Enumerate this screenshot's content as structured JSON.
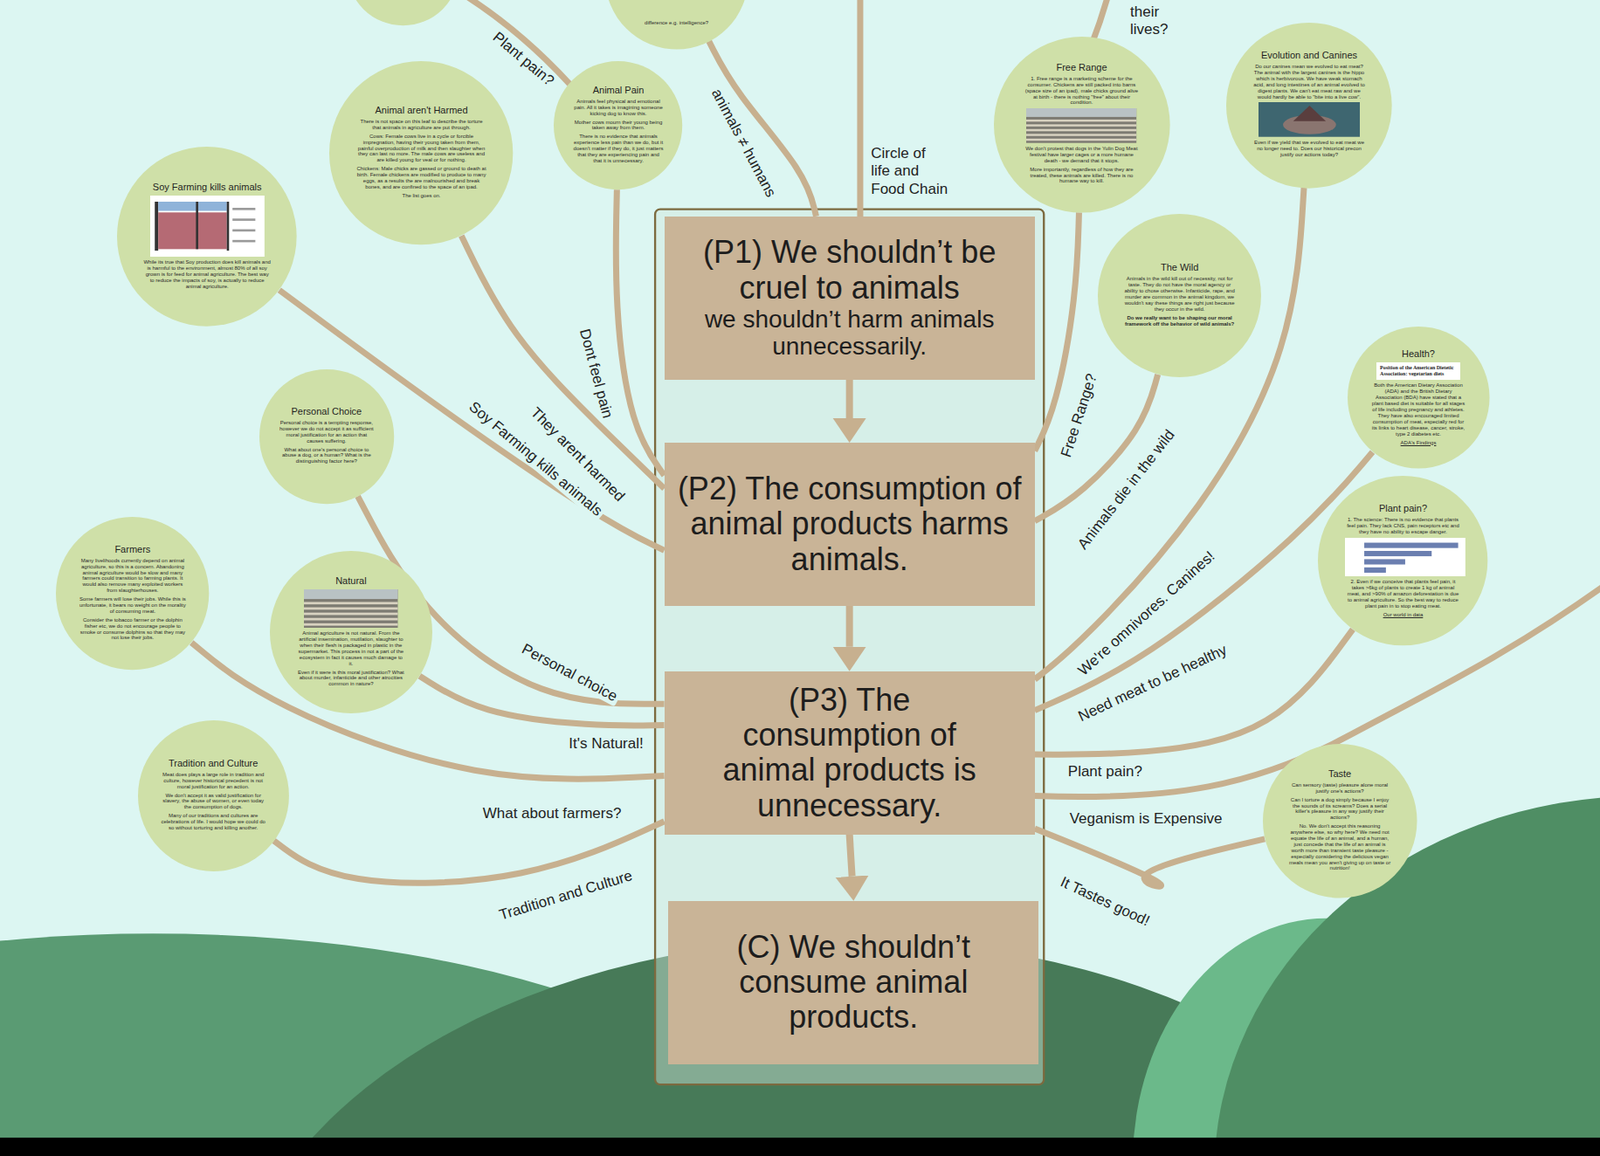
{
  "diagram": {
    "nodes": [
      {
        "text": [
          "(P1) We shouldn’t be cruel to animals",
          "we shouldn’t harm animals unnecessarily."
        ]
      },
      {
        "text": [
          "(P2) The consumption of animal products harms animals."
        ]
      },
      {
        "text": [
          "(P3) The consumption of animal products is unnecessary."
        ]
      },
      {
        "text": [
          "(C) We shouldn’t consume animal products."
        ]
      },
      {
        "text": [
          "Animal aren't Harmed",
          "There is not space on this leaf to describe the torture that animals in agriculture are put through.",
          "Cows: Female cows live in a cycle or forcible impregnation, having their young taken from them, painful overproduction of milk and then slaughter when they can last no more. The male cows are useless and are killed young for veal or for nothing.",
          "Chickens: Male chicks are gassed or ground to death at birth. Female chickens are modified to produce to many eggs, as a results the are malnourished and break bones, and are confined to the space of an ipad.",
          "The list goes on."
        ]
      },
      {
        "text": [
          "Animal Pain",
          "Animals feel physical and emotional pain. All it takes is imagining someone kicking dog to know this.",
          "Mother cows mourn their young being taken away from them.",
          "There is no evidence that animals experience less pain than we do, but it doesn't matter if they do, it just matters that they are experiencing pain and that it is unnecessary."
        ]
      },
      {
        "text": [
          "Soy Farming kills animals",
          "While its true that Soy production does kill animals and is harmful to the environment, almost 80% of all soy grown is for feed for animal agriculture. The best way to reduce the impacts of soy, is actually to reduce animal agriculture."
        ]
      },
      {
        "text": [
          "Personal Choice",
          "Personal choice is a tempting response, however we do not accept it as sufficient moral justification for an action that causes suffering.",
          "What about one's personal choice to abuse a dog, or a human? What is the distinguishing factor here?"
        ]
      },
      {
        "text": [
          "Farmers",
          "Many livelihoods currently depend on animal agriculture, so this is a concern. Abandoning animal agriculture would be slow and many farmers could transition to farming plants. It would also remove many exploited workers from slaughterhouses.",
          "Some farmers will lose their jobs. While this is unfortunate, it bears no weight on the morality of consuming meat.",
          "Consider the tobacco farmer or the dolphin fisher etc, we do not encourage people to smoke or consume dolphins so that they may not lose their jobs."
        ]
      },
      {
        "text": [
          "Natural",
          "Animal agriculture is not natural. From the artificial insemination, mutilation, slaughter to when their flesh is packaged in plastic in the supermarket. This process in not a part of the ecosystem in fact it causes much damage to it.",
          "Even if it were is this moral justification? What about murder, infanticide and other atrocities common in nature?"
        ]
      },
      {
        "text": [
          "Tradition and Culture",
          "Meat does plays a large role in tradition and culture, however historical precedent is not moral justification for an action.",
          "We don't accept it as valid justification for slavery, the abuse of women, or even today the consumption of dogs.",
          "Many of our traditions and cultures are celebrations of life. I would hope we could do so without torturing and killing another."
        ]
      },
      {
        "text": [
          "difference e.g. intelligence?"
        ]
      },
      {
        "text": [
          "Free Range",
          "1. Free range is a marketing scheme for the consumer. Chickens are still packed into barns (space size of an ipad), male chicks ground alive at birth - there is nothing \"free\" about their condition.",
          "We don't protest that dogs in the Yulin Dog Meat festival have larger cages or a more humane death - we demand that it stops.",
          "More importantly, regardless of how they are treated, these animals are killed. There is no humane way to kill."
        ]
      },
      {
        "text": [
          "The Wild",
          "Animals in the wild kill out of necessity, not for taste. They do not have the moral agency or ability to chose otherwise. Infanticide, rape, and murder are common in the animal kingdom, we wouldn't say these things are right just because they occur in the wild.",
          "Do we really want to be shaping our moral framework off the behavior of wild animals?"
        ]
      },
      {
        "text": [
          "Evolution and Canines",
          "Do our canines mean we evolved to eat meat? The animal with the largest canines is the hippo which is herbivorous. We have weak stomach acid, and long intestines of an animal evolved to digest plants. We can't eat meat raw and we would hardly be able to \"bite into a live cow\".",
          "Even if we yield that we evolved to eat meat we no longer need to. Does our historical precon justify our actions today?"
        ]
      },
      {
        "text": [
          "Health?",
          "Position of the American Dietetic Association: vegetarian diets",
          "Both the American Dietary Association (ADA) and the British Dietary Association (BDA) have stated that a plant based diet is suitable for all stages of life including pregnancy and athletes. They have also encouraged limited consumption of meat, especially red for its links to heart disease, cancer, stroke, type 2 diabetes etc.",
          "ADA's Findings"
        ]
      },
      {
        "text": [
          "Plant pain?",
          "1. The science: There is no evidence that plants feel pain. They lack CNS, pain receptors etc and they have no ability to escape danger.",
          "2. Even if we conceive that plants feel pain, it takes >6kg of plants to create 1 kg of animal meat, and >90% of amazon deforestation is due to animal agriculture. So the best way to reduce plant pain in to stop eating meat.",
          "Our world in data"
        ]
      },
      {
        "text": [
          "Taste",
          "Can sensory (taste) pleasure alone moral justify one's actions?",
          "Can I torture a dog simply because I enjoy the sounds of its screams? Does a serial killer's pleasure in any way justify their actions?",
          "No. We don't accept this reasoning anywhere else, so why here? We need not equate the life of an animal, and a human, just concede that the life of an animal is worth more than transient taste pleasure - especially considering the delicious vegan meals mean you aren't giving up on taste or nutrition!"
        ]
      }
    ],
    "edges": [
      {
        "from": 0,
        "to": 1,
        "arrow": "to"
      },
      {
        "from": 1,
        "to": 2,
        "arrow": "to"
      },
      {
        "from": 2,
        "to": 3,
        "arrow": "to"
      },
      {
        "from": 4,
        "to": 1,
        "label": "They arent harmed",
        "arrow": "none"
      },
      {
        "from": 5,
        "to": 1,
        "label": "Dont feel pain",
        "arrow": "none"
      },
      {
        "from": 6,
        "to": 1,
        "label": "Soy Farming kills animals",
        "arrow": "none"
      },
      {
        "from": 7,
        "to": 2,
        "label": "Personal choice",
        "arrow": "none"
      },
      {
        "from": 9,
        "to": 2,
        "label": "It's Natural!",
        "arrow": "none"
      },
      {
        "from": 8,
        "to": 2,
        "label": "What about farmers?",
        "arrow": "none"
      },
      {
        "from": 10,
        "to": 2,
        "label": "Tradition and Culture",
        "arrow": "none"
      },
      {
        "from": 11,
        "to": 0,
        "label": "animals ≠ humans",
        "arrow": "none"
      },
      {
        "from": 12,
        "to": 1,
        "label": "Free Range?",
        "arrow": "none"
      },
      {
        "from": 13,
        "to": 1,
        "label": "Animals die in the wild",
        "arrow": "none"
      },
      {
        "from": 14,
        "to": 2,
        "label": "We're omnivores. Canines!",
        "arrow": "none"
      },
      {
        "from": 15,
        "to": 2,
        "label": "Need meat to be healthy",
        "arrow": "none"
      },
      {
        "from": 16,
        "to": 2,
        "label": "Plant pain?",
        "arrow": "none"
      },
      {
        "from": 17,
        "to": 2,
        "label": "It Tastes good!",
        "arrow": "none"
      }
    ],
    "labels": [
      "Plant pain?",
      "Circle of life and Food Chain",
      "their lives?",
      "Veganism is Expensive"
    ]
  }
}
